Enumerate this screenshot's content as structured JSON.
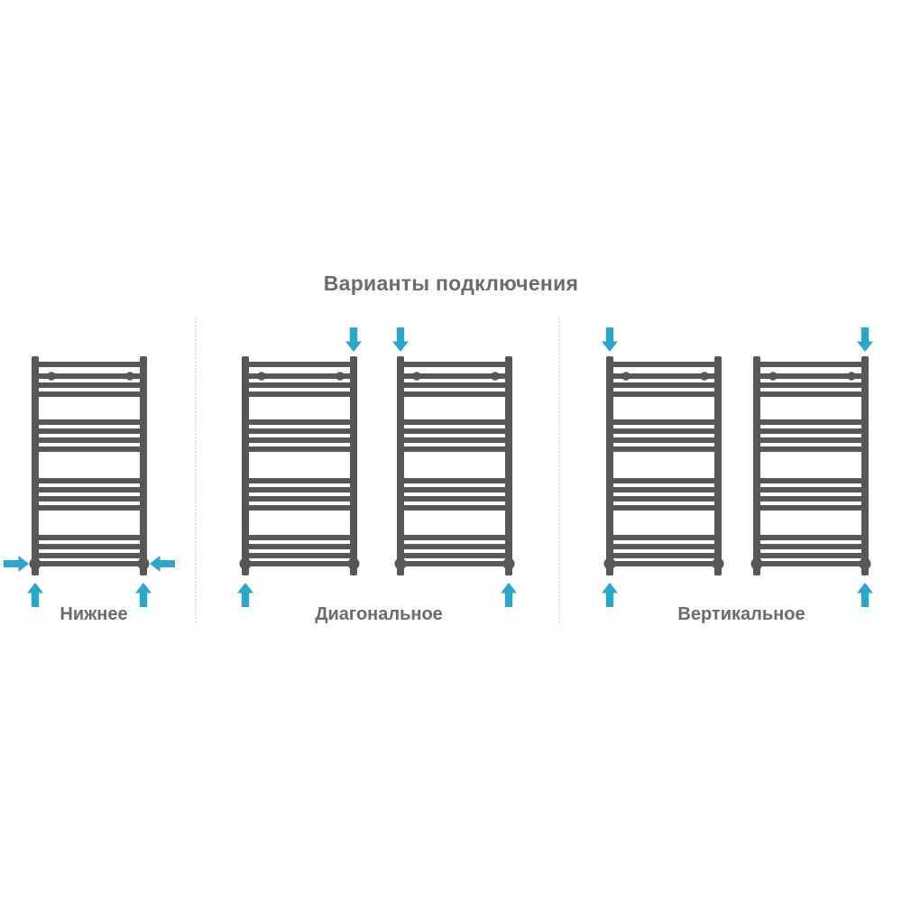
{
  "title": "Варианты подключения",
  "colors": {
    "background": "#FFFFFF",
    "radiator": "#575756",
    "arrow": "#2DA7C8",
    "title_text": "#6B6B6B",
    "label_text": "#6B6B6B",
    "separator": "#E3E3E3"
  },
  "sections": [
    {
      "label": "Нижнее",
      "radiators": [
        {
          "name": "radiator-bottom-connection",
          "arrows": [
            "side-left-in",
            "side-right-in",
            "bottom-left-up",
            "bottom-right-up"
          ]
        }
      ]
    },
    {
      "label": "Диагональное",
      "radiators": [
        {
          "name": "radiator-diagonal-connection-a",
          "arrows": [
            "top-right-down",
            "bottom-left-up"
          ]
        },
        {
          "name": "radiator-diagonal-connection-b",
          "arrows": [
            "top-left-down",
            "bottom-right-up"
          ]
        }
      ]
    },
    {
      "label": "Вертикальное",
      "radiators": [
        {
          "name": "radiator-vertical-connection-a",
          "arrows": [
            "top-left-down",
            "bottom-left-up"
          ]
        },
        {
          "name": "radiator-vertical-connection-b",
          "arrows": [
            "top-right-down",
            "bottom-right-up"
          ]
        }
      ]
    }
  ]
}
